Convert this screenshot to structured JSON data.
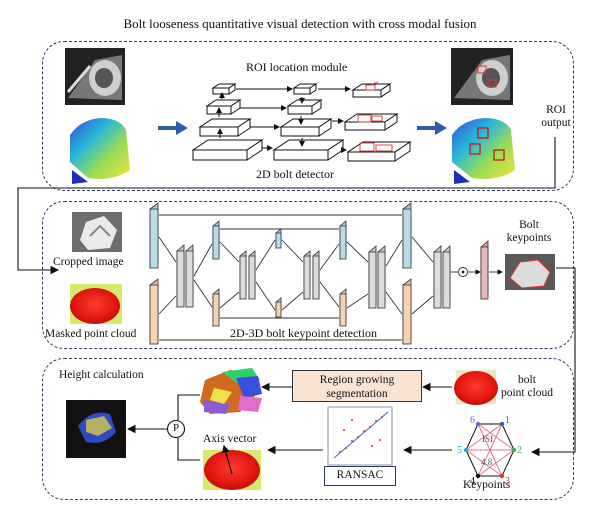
{
  "title": "Bolt looseness quantitative visual detection with cross modal fusion",
  "stage1": {
    "roi_module_label": "ROI location module",
    "detector_label": "2D bolt detector",
    "roi_output_label": "ROI\noutput"
  },
  "stage2": {
    "cropped_label": "Cropped image",
    "masked_label": "Masked point cloud",
    "detection_label": "2D-3D bolt keypoint detection",
    "keypoints_label": "Bolt\nkeypoints"
  },
  "stage3": {
    "height_label": "Height calculation",
    "region_growing_label": "Region growing\nsegmentation",
    "bolt_cloud_label": "bolt\npoint cloud",
    "axis_label": "Axis vector",
    "ransac_label": "RANSAC",
    "keypoints_label": "Keypoints",
    "p_symbol": "P",
    "kp_numbers": [
      "1",
      "2",
      "3",
      "4",
      "5",
      "6"
    ],
    "kp_center": [
      "ISI",
      "4.8"
    ]
  },
  "colors": {
    "panel_border": "#2b3a67",
    "arrow_blue": "#2e5ca8",
    "box_fill": "#fbe3d4",
    "cyan_layer": "#b9dcea",
    "peach_layer": "#f6d2b5",
    "gray_layer": "#dcdcdc",
    "pink_layer": "#eab6b6"
  }
}
